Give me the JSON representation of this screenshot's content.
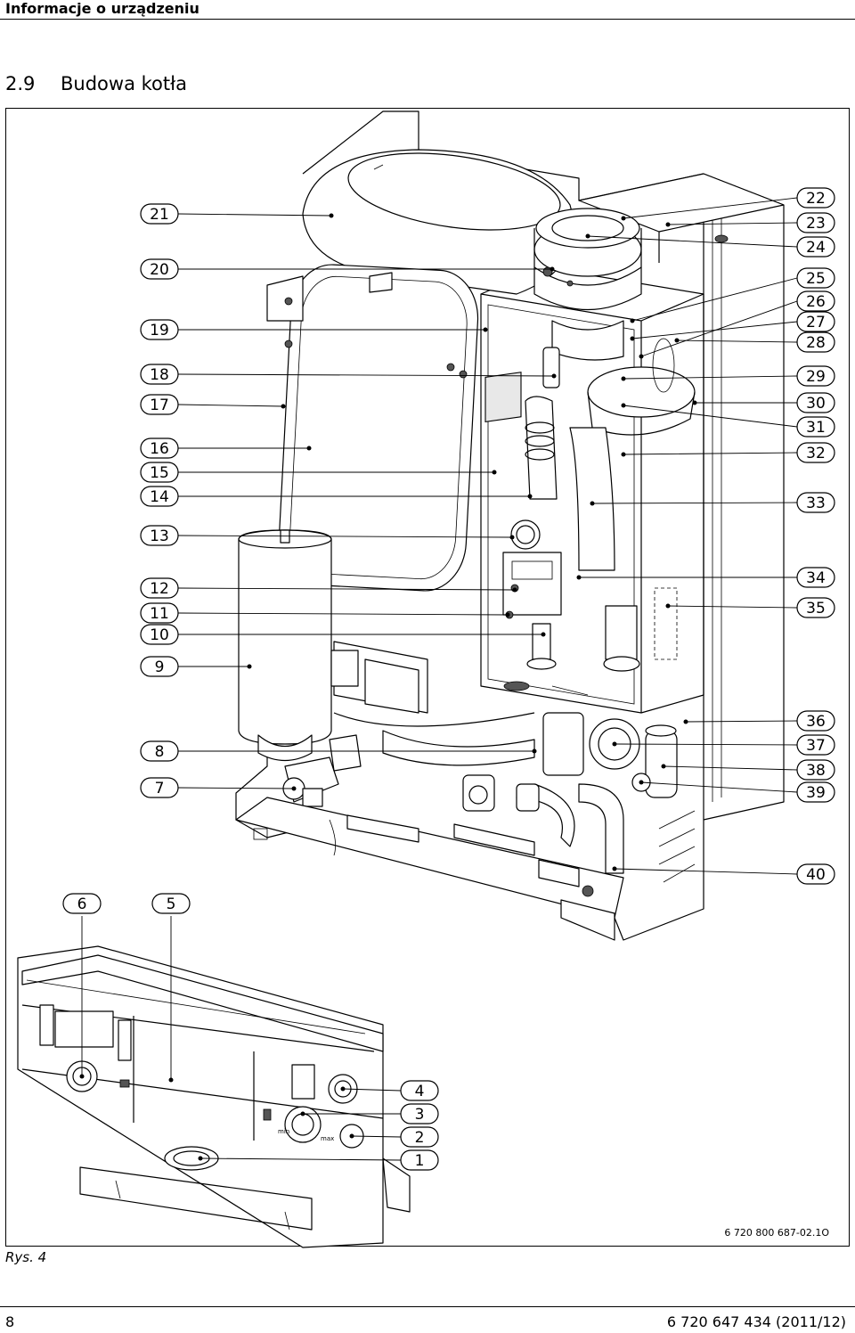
{
  "header": {
    "title": "Informacje o urządzeniu"
  },
  "section": {
    "number": "2.9",
    "title": "Budowa kotła"
  },
  "figure": {
    "code": "6 720 800 687-02.1O",
    "caption": "Rys. 4",
    "callouts_right": [
      "22",
      "23",
      "24",
      "25",
      "26",
      "27",
      "28",
      "29",
      "30",
      "31",
      "32",
      "33",
      "34",
      "35",
      "36",
      "37",
      "38",
      "39",
      "40"
    ],
    "callouts_left": [
      "21",
      "20",
      "19",
      "18",
      "17",
      "16",
      "15",
      "14",
      "13",
      "12",
      "11",
      "10",
      "9",
      "8",
      "7"
    ],
    "callouts_panel_top": [
      "6",
      "5"
    ],
    "callouts_panel_right": [
      "4",
      "3",
      "2",
      "1"
    ],
    "panel_labels": {
      "knob_min": "min",
      "knob_max": "max"
    }
  },
  "footer": {
    "page_number": "8",
    "doc_code": "6 720 647 434 (2011/12)"
  }
}
